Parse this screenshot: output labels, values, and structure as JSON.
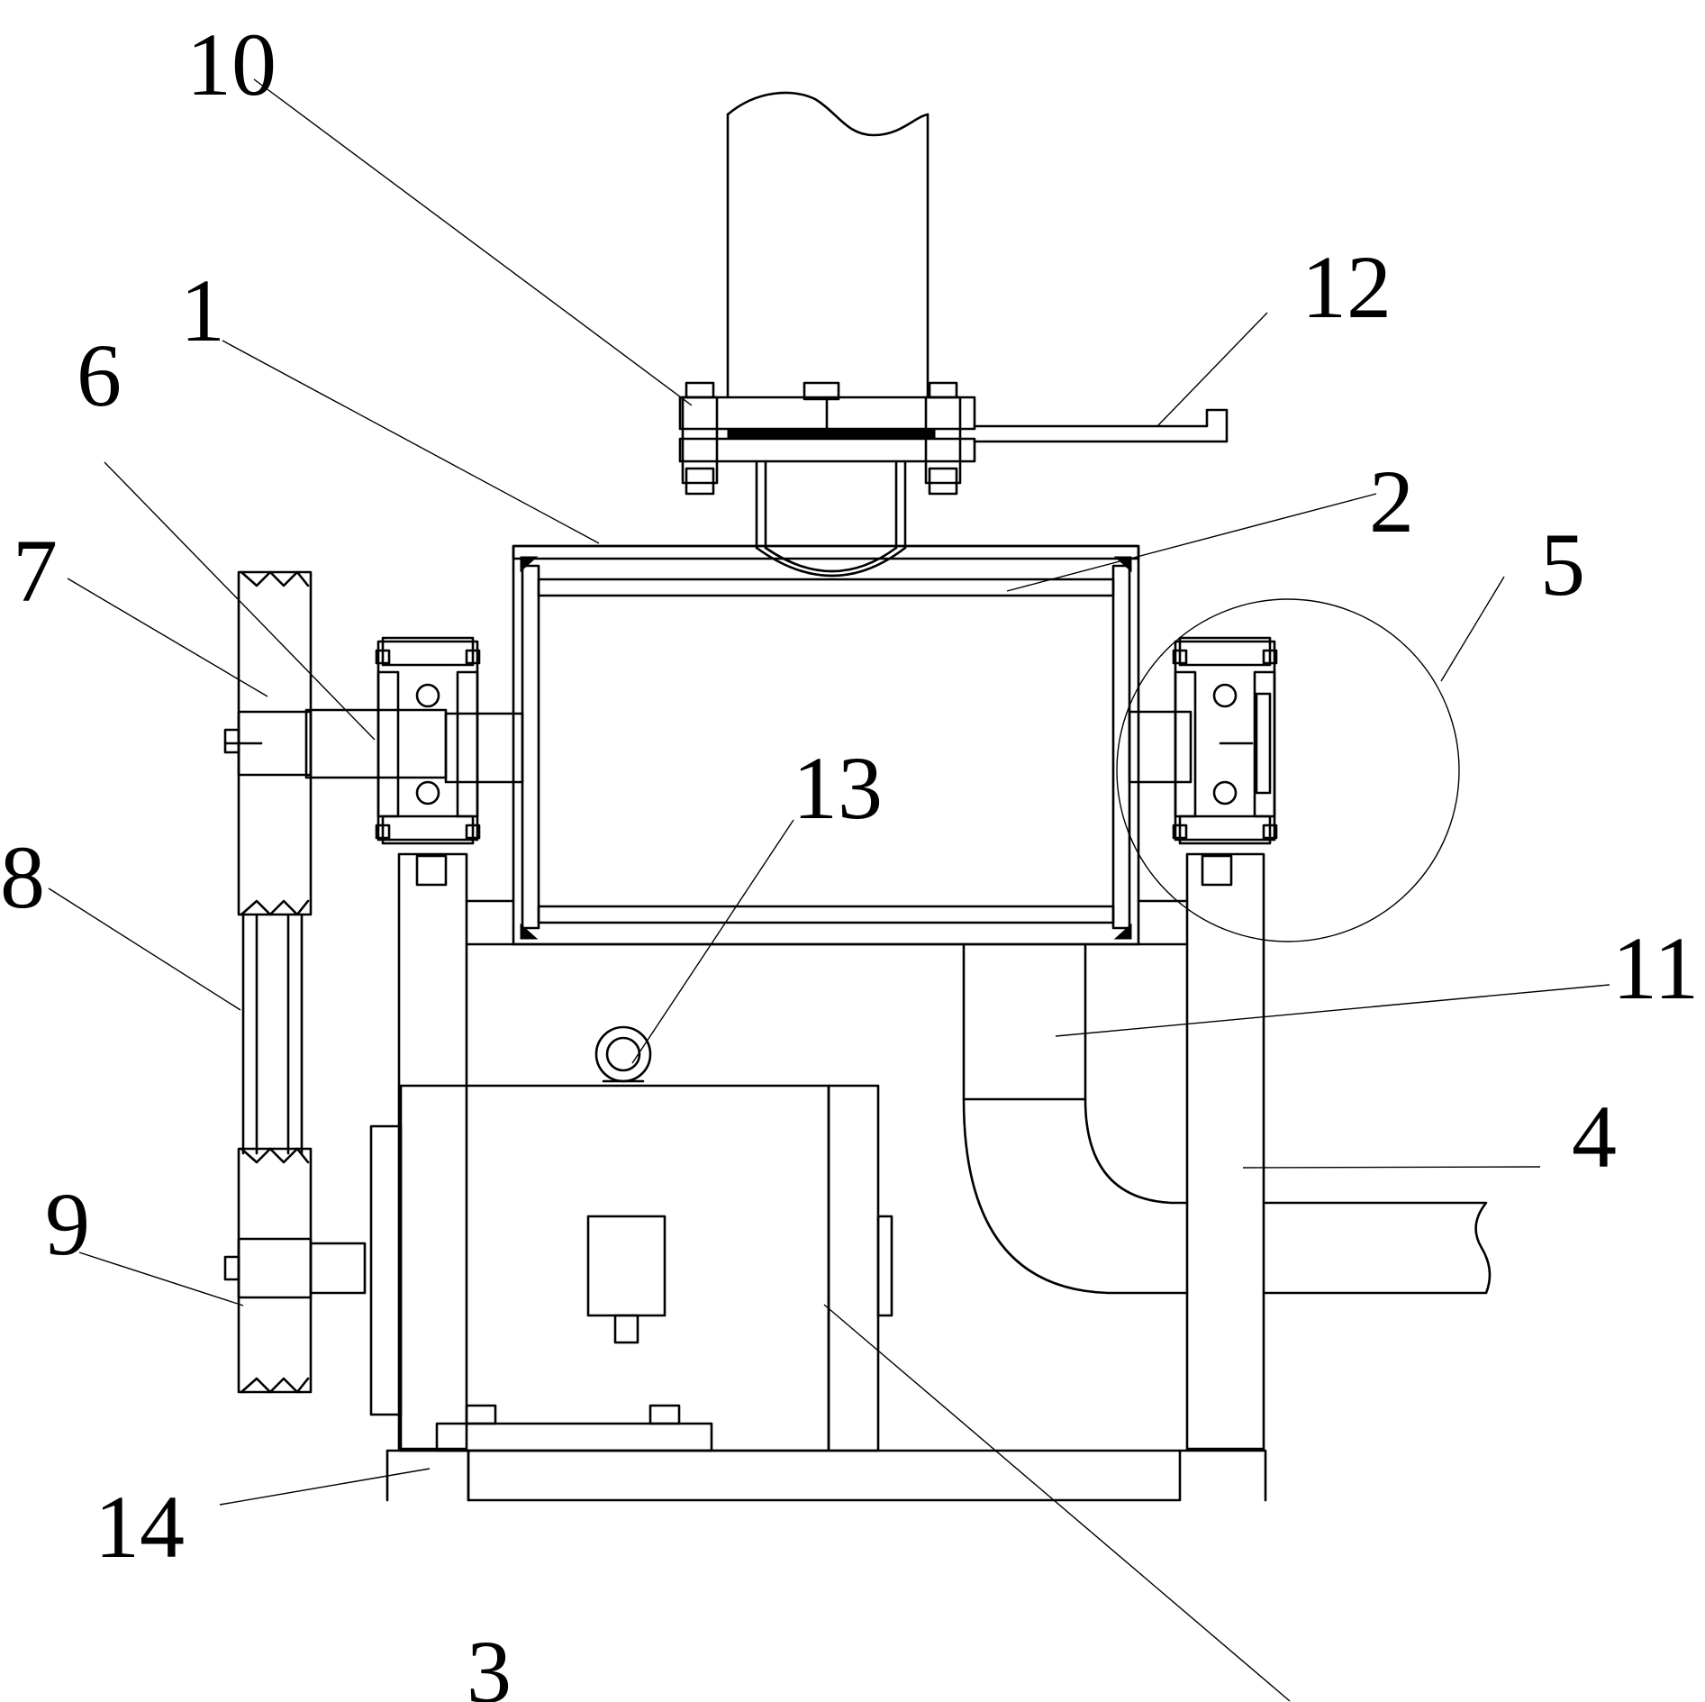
{
  "diagram": {
    "type": "mechanical cross-section drawing",
    "callouts": [
      {
        "id": "c1",
        "label": "1"
      },
      {
        "id": "c2",
        "label": "2"
      },
      {
        "id": "c3",
        "label": "3"
      },
      {
        "id": "c4",
        "label": "4"
      },
      {
        "id": "c5",
        "label": "5"
      },
      {
        "id": "c6",
        "label": "6"
      },
      {
        "id": "c7",
        "label": "7"
      },
      {
        "id": "c8",
        "label": "8"
      },
      {
        "id": "c9",
        "label": "9"
      },
      {
        "id": "c10",
        "label": "10"
      },
      {
        "id": "c11",
        "label": "11"
      },
      {
        "id": "c12",
        "label": "12"
      },
      {
        "id": "c13",
        "label": "13"
      },
      {
        "id": "c14",
        "label": "14"
      }
    ],
    "line_color": "#000000",
    "background_color": "#ffffff"
  }
}
